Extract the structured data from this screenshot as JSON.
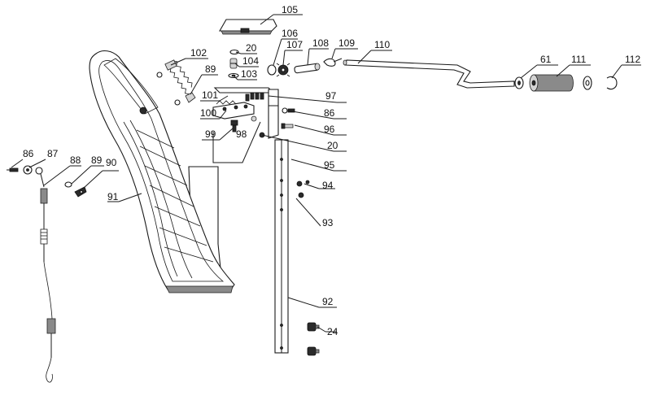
{
  "callouts": [
    {
      "id": "c105",
      "text": "105"
    },
    {
      "id": "c106",
      "text": "106"
    },
    {
      "id": "c20a",
      "text": "20"
    },
    {
      "id": "c107",
      "text": "107"
    },
    {
      "id": "c108",
      "text": "108"
    },
    {
      "id": "c109",
      "text": "109"
    },
    {
      "id": "c110",
      "text": "110"
    },
    {
      "id": "c102",
      "text": "102"
    },
    {
      "id": "c104",
      "text": "104"
    },
    {
      "id": "c89a",
      "text": "89"
    },
    {
      "id": "c103",
      "text": "103"
    },
    {
      "id": "c61",
      "text": "61"
    },
    {
      "id": "c111",
      "text": "111"
    },
    {
      "id": "c112",
      "text": "112"
    },
    {
      "id": "c101",
      "text": "101"
    },
    {
      "id": "c97",
      "text": "97"
    },
    {
      "id": "c100",
      "text": "100"
    },
    {
      "id": "c86a",
      "text": "86"
    },
    {
      "id": "c99",
      "text": "99"
    },
    {
      "id": "c98",
      "text": "98"
    },
    {
      "id": "c96",
      "text": "96"
    },
    {
      "id": "c20b",
      "text": "20"
    },
    {
      "id": "c86b",
      "text": "86"
    },
    {
      "id": "c87",
      "text": "87"
    },
    {
      "id": "c88",
      "text": "88"
    },
    {
      "id": "c89b",
      "text": "89"
    },
    {
      "id": "c90",
      "text": "90"
    },
    {
      "id": "c95",
      "text": "95"
    },
    {
      "id": "c94",
      "text": "94"
    },
    {
      "id": "c91",
      "text": "91"
    },
    {
      "id": "c93",
      "text": "93"
    },
    {
      "id": "c92",
      "text": "92"
    },
    {
      "id": "c24",
      "text": "24"
    }
  ]
}
